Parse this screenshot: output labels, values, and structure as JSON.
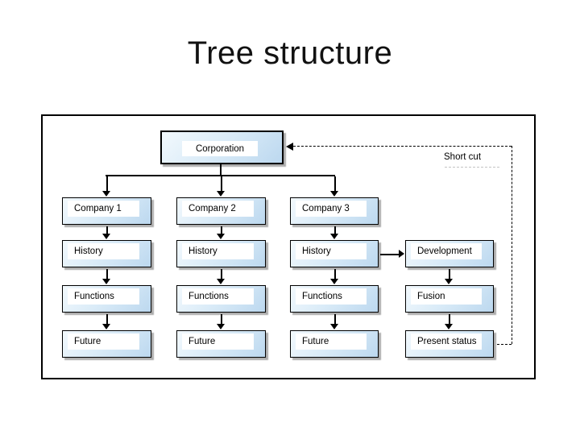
{
  "slide_title": "Tree structure",
  "root": {
    "label": "Corporation"
  },
  "shortcut": {
    "label": "Short cut"
  },
  "columns": [
    {
      "name": "company-1",
      "rows": [
        "Company 1",
        "History",
        "Functions",
        "Future"
      ]
    },
    {
      "name": "company-2",
      "rows": [
        "Company 2",
        "History",
        "Functions",
        "Future"
      ]
    },
    {
      "name": "company-3",
      "rows": [
        "Company 3",
        "History",
        "Functions",
        "Future"
      ]
    },
    {
      "name": "development",
      "rows": [
        "Development",
        "Fusion",
        "Present status"
      ]
    }
  ],
  "colors": {
    "box_fill_light": "#f3f9fd",
    "box_fill_blue": "#bcd8ef",
    "label_background": "#ffffff",
    "line": "#000000",
    "shadow": "#adadad",
    "background": "#ffffff"
  }
}
